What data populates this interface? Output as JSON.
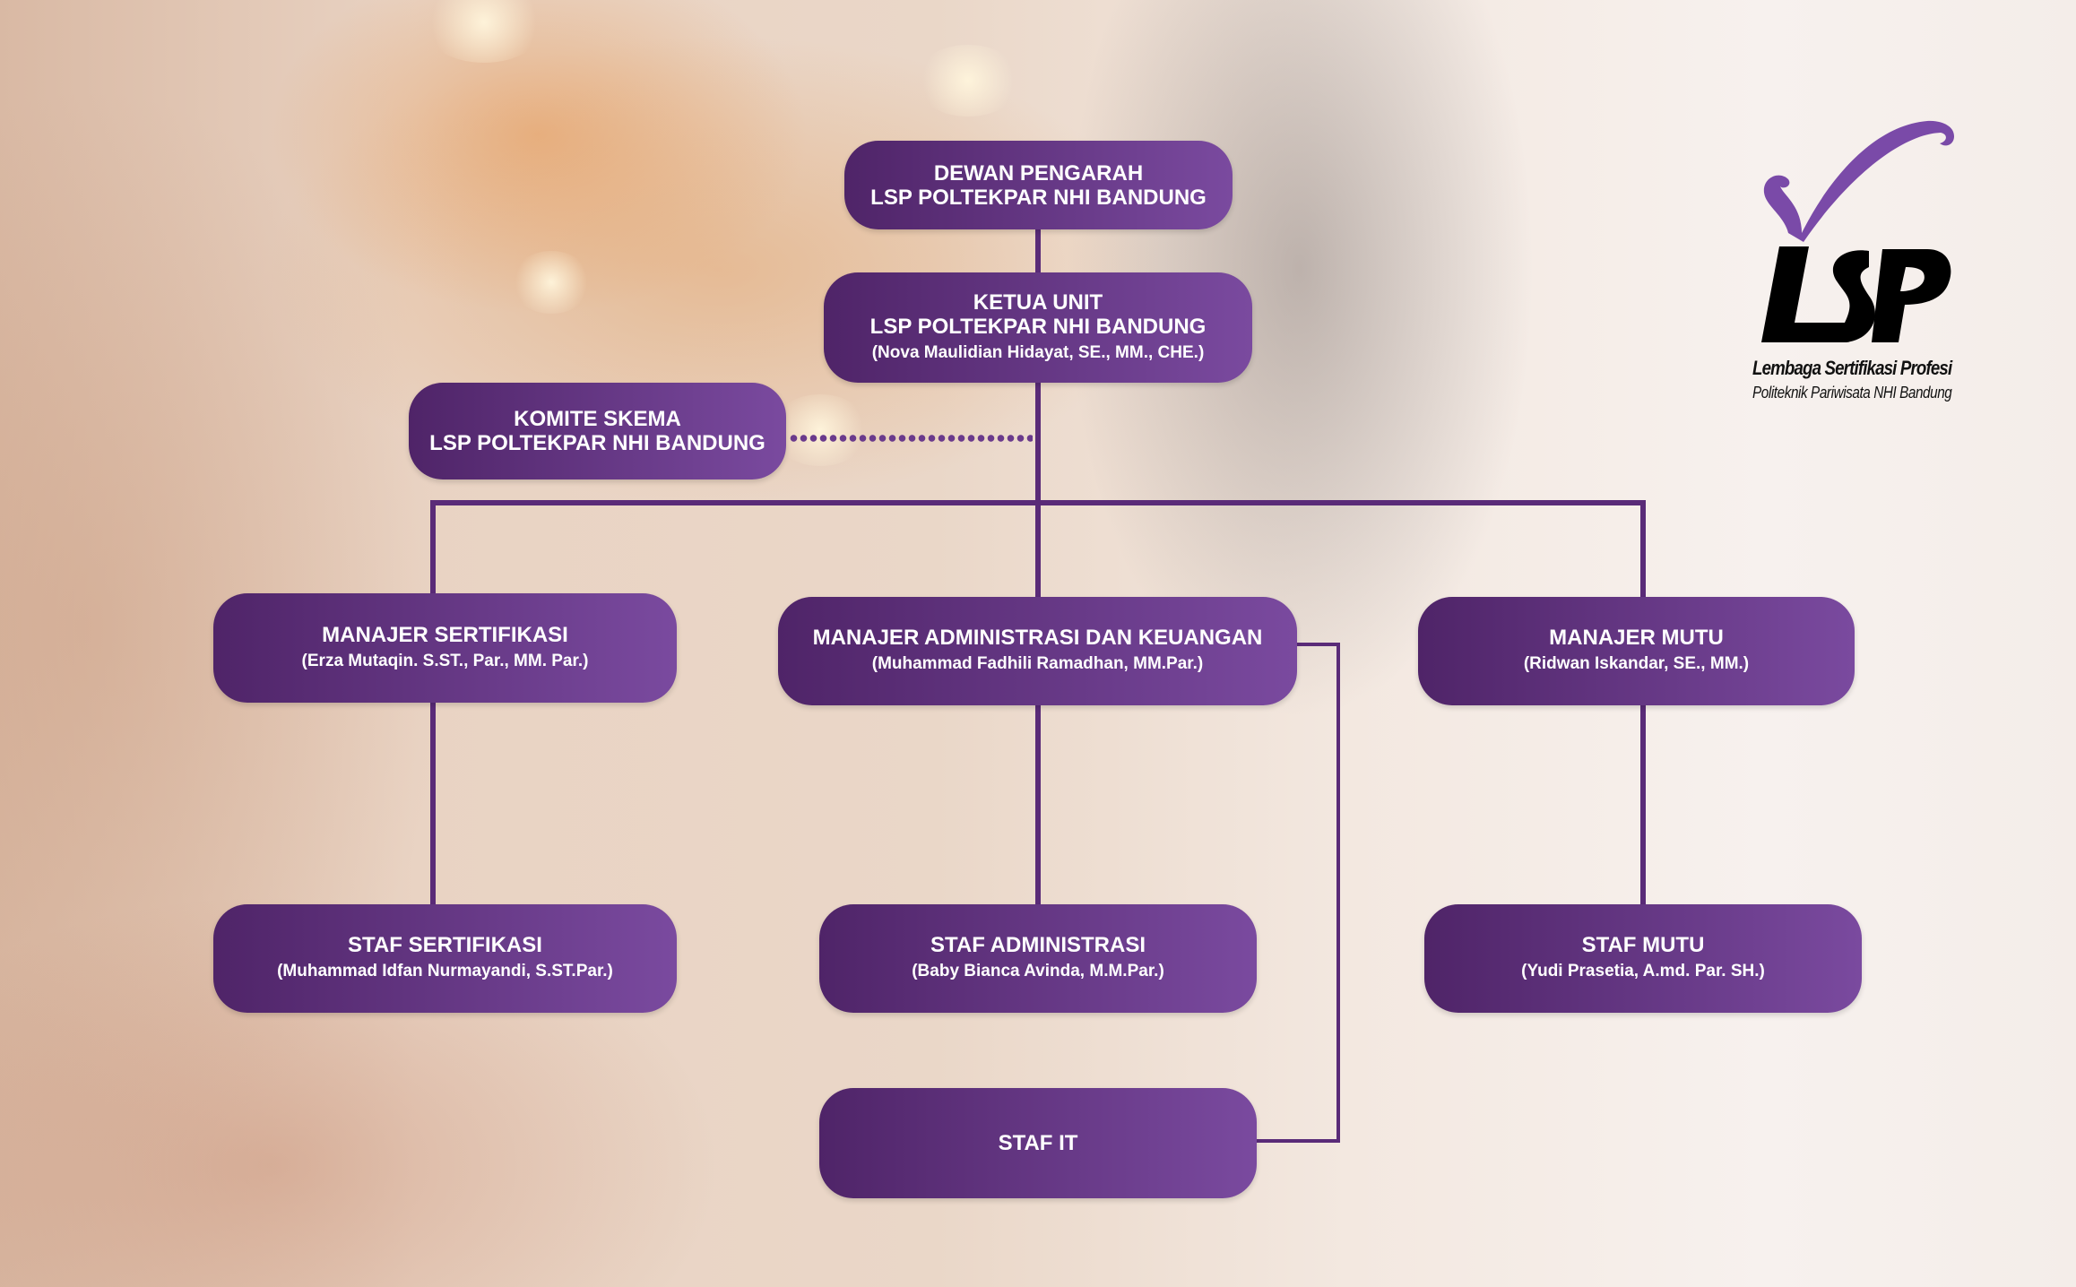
{
  "nodes": {
    "dewan": {
      "title1": "DEWAN PENGARAH",
      "title2": "LSP POLTEKPAR NHI BANDUNG"
    },
    "ketua": {
      "title1": "KETUA UNIT",
      "title2": "LSP POLTEKPAR NHI BANDUNG",
      "person": "(Nova Maulidian Hidayat, SE., MM., CHE.)"
    },
    "komite": {
      "title1": "KOMITE SKEMA",
      "title2": "LSP POLTEKPAR NHI BANDUNG"
    },
    "manajer_sertifikasi": {
      "title": "MANAJER SERTIFIKASI",
      "person": "(Erza Mutaqin. S.ST., Par., MM. Par.)"
    },
    "manajer_admin": {
      "title": "MANAJER ADMINISTRASI DAN KEUANGAN",
      "person": "(Muhammad Fadhili Ramadhan, MM.Par.)"
    },
    "manajer_mutu": {
      "title": "MANAJER MUTU",
      "person": "(Ridwan Iskandar, SE., MM.)"
    },
    "staf_sertifikasi": {
      "title": "STAF SERTIFIKASI",
      "person": "(Muhammad Idfan Nurmayandi, S.ST.Par.)"
    },
    "staf_admin": {
      "title": "STAF ADMINISTRASI",
      "person": "(Baby Bianca Avinda, M.M.Par.)"
    },
    "staf_mutu": {
      "title": "STAF MUTU",
      "person": "(Yudi Prasetia, A.md. Par. SH.)"
    },
    "staf_it": {
      "title": "STAF IT"
    }
  },
  "logo": {
    "mark": "LSP",
    "line1": "Lembaga Sertifikasi Profesi",
    "line2": "Politeknik Pariwisata NHI Bandung"
  },
  "colors": {
    "box_dark": "#4f2468",
    "box_light": "#7a4a9f",
    "line": "#5a2b78",
    "logo_accent": "#7a4aa8"
  }
}
